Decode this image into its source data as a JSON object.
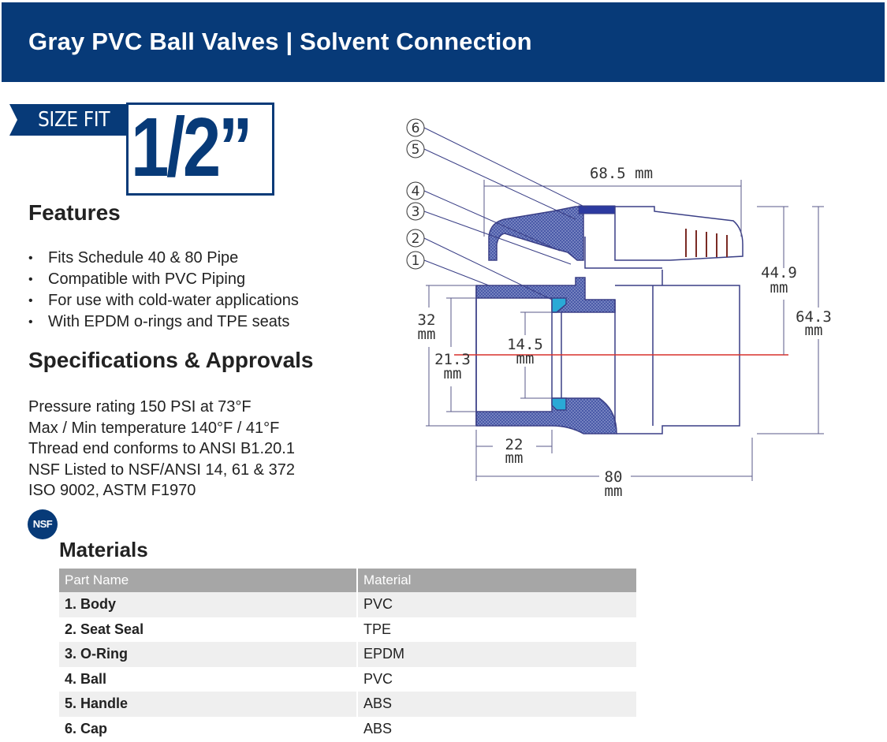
{
  "header": {
    "title": "Gray PVC Ball Valves | Solvent Connection"
  },
  "size": {
    "label": "SIZE FIT",
    "value": "1/2”"
  },
  "features": {
    "title": "Features",
    "items": [
      "Fits Schedule 40 & 80 Pipe",
      "Compatible with PVC Piping",
      "For use with cold-water applications",
      "With EPDM o-rings and TPE seats"
    ]
  },
  "specs": {
    "title": "Specifications & Approvals",
    "lines": [
      "Pressure rating 150 PSI at 73°F",
      "Max / Min temperature 140°F / 41°F",
      "Thread end conforms to ANSI B1.20.1",
      "NSF Listed to NSF/ANSI 14, 61 & 372",
      "ISO 9002, ASTM F1970"
    ],
    "badge": "NSF"
  },
  "materials": {
    "title": "Materials",
    "headers": [
      "Part Name",
      "Material"
    ],
    "rows": [
      [
        "1. Body",
        "PVC"
      ],
      [
        "2. Seat Seal",
        "TPE"
      ],
      [
        "3. O-Ring",
        "EPDM"
      ],
      [
        "4. Ball",
        "PVC"
      ],
      [
        "5. Handle",
        "ABS"
      ],
      [
        "6. Cap",
        "ABS"
      ]
    ]
  },
  "diagram": {
    "callouts": [
      "6",
      "5",
      "4",
      "3",
      "2",
      "1"
    ],
    "dims": {
      "top_width": "68.5 mm",
      "handle_height_value": "44.9",
      "handle_height_unit": "mm",
      "total_height_value": "64.3",
      "total_height_unit": "mm",
      "outer_dia_value": "32",
      "outer_dia_unit": "mm",
      "inner_dia_value": "21.3",
      "inner_dia_unit": "mm",
      "bore_value": "14.5",
      "bore_unit": "mm",
      "socket_value": "22",
      "socket_unit": "mm",
      "length_value": "80",
      "length_unit": "mm"
    }
  },
  "colors": {
    "brand_blue": "#073a78",
    "table_header": "#a6a6a6",
    "diagram_line": "#3a3f86",
    "seal_cyan": "#2aa9d6",
    "center_line": "#d9312b"
  }
}
